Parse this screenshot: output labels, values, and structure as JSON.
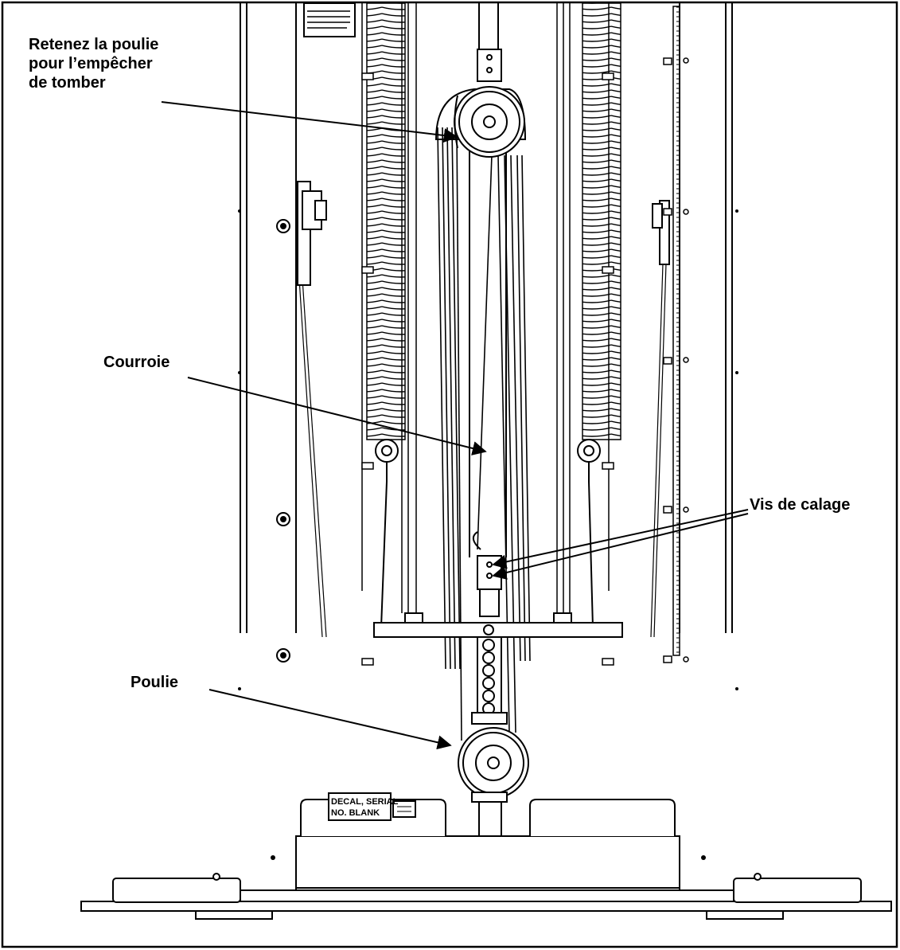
{
  "callouts": {
    "retain_pulley": [
      "Retenez la poulie",
      "pour l’empêcher",
      "de tomber"
    ],
    "belt": "Courroie",
    "set_screws": "Vis de calage",
    "pulley": "Poulie"
  },
  "decals": {
    "serial_line1": "DECAL, SERIAL",
    "serial_line2": "NO. BLANK"
  },
  "colors": {
    "ink": "#000000",
    "paper": "#ffffff"
  }
}
